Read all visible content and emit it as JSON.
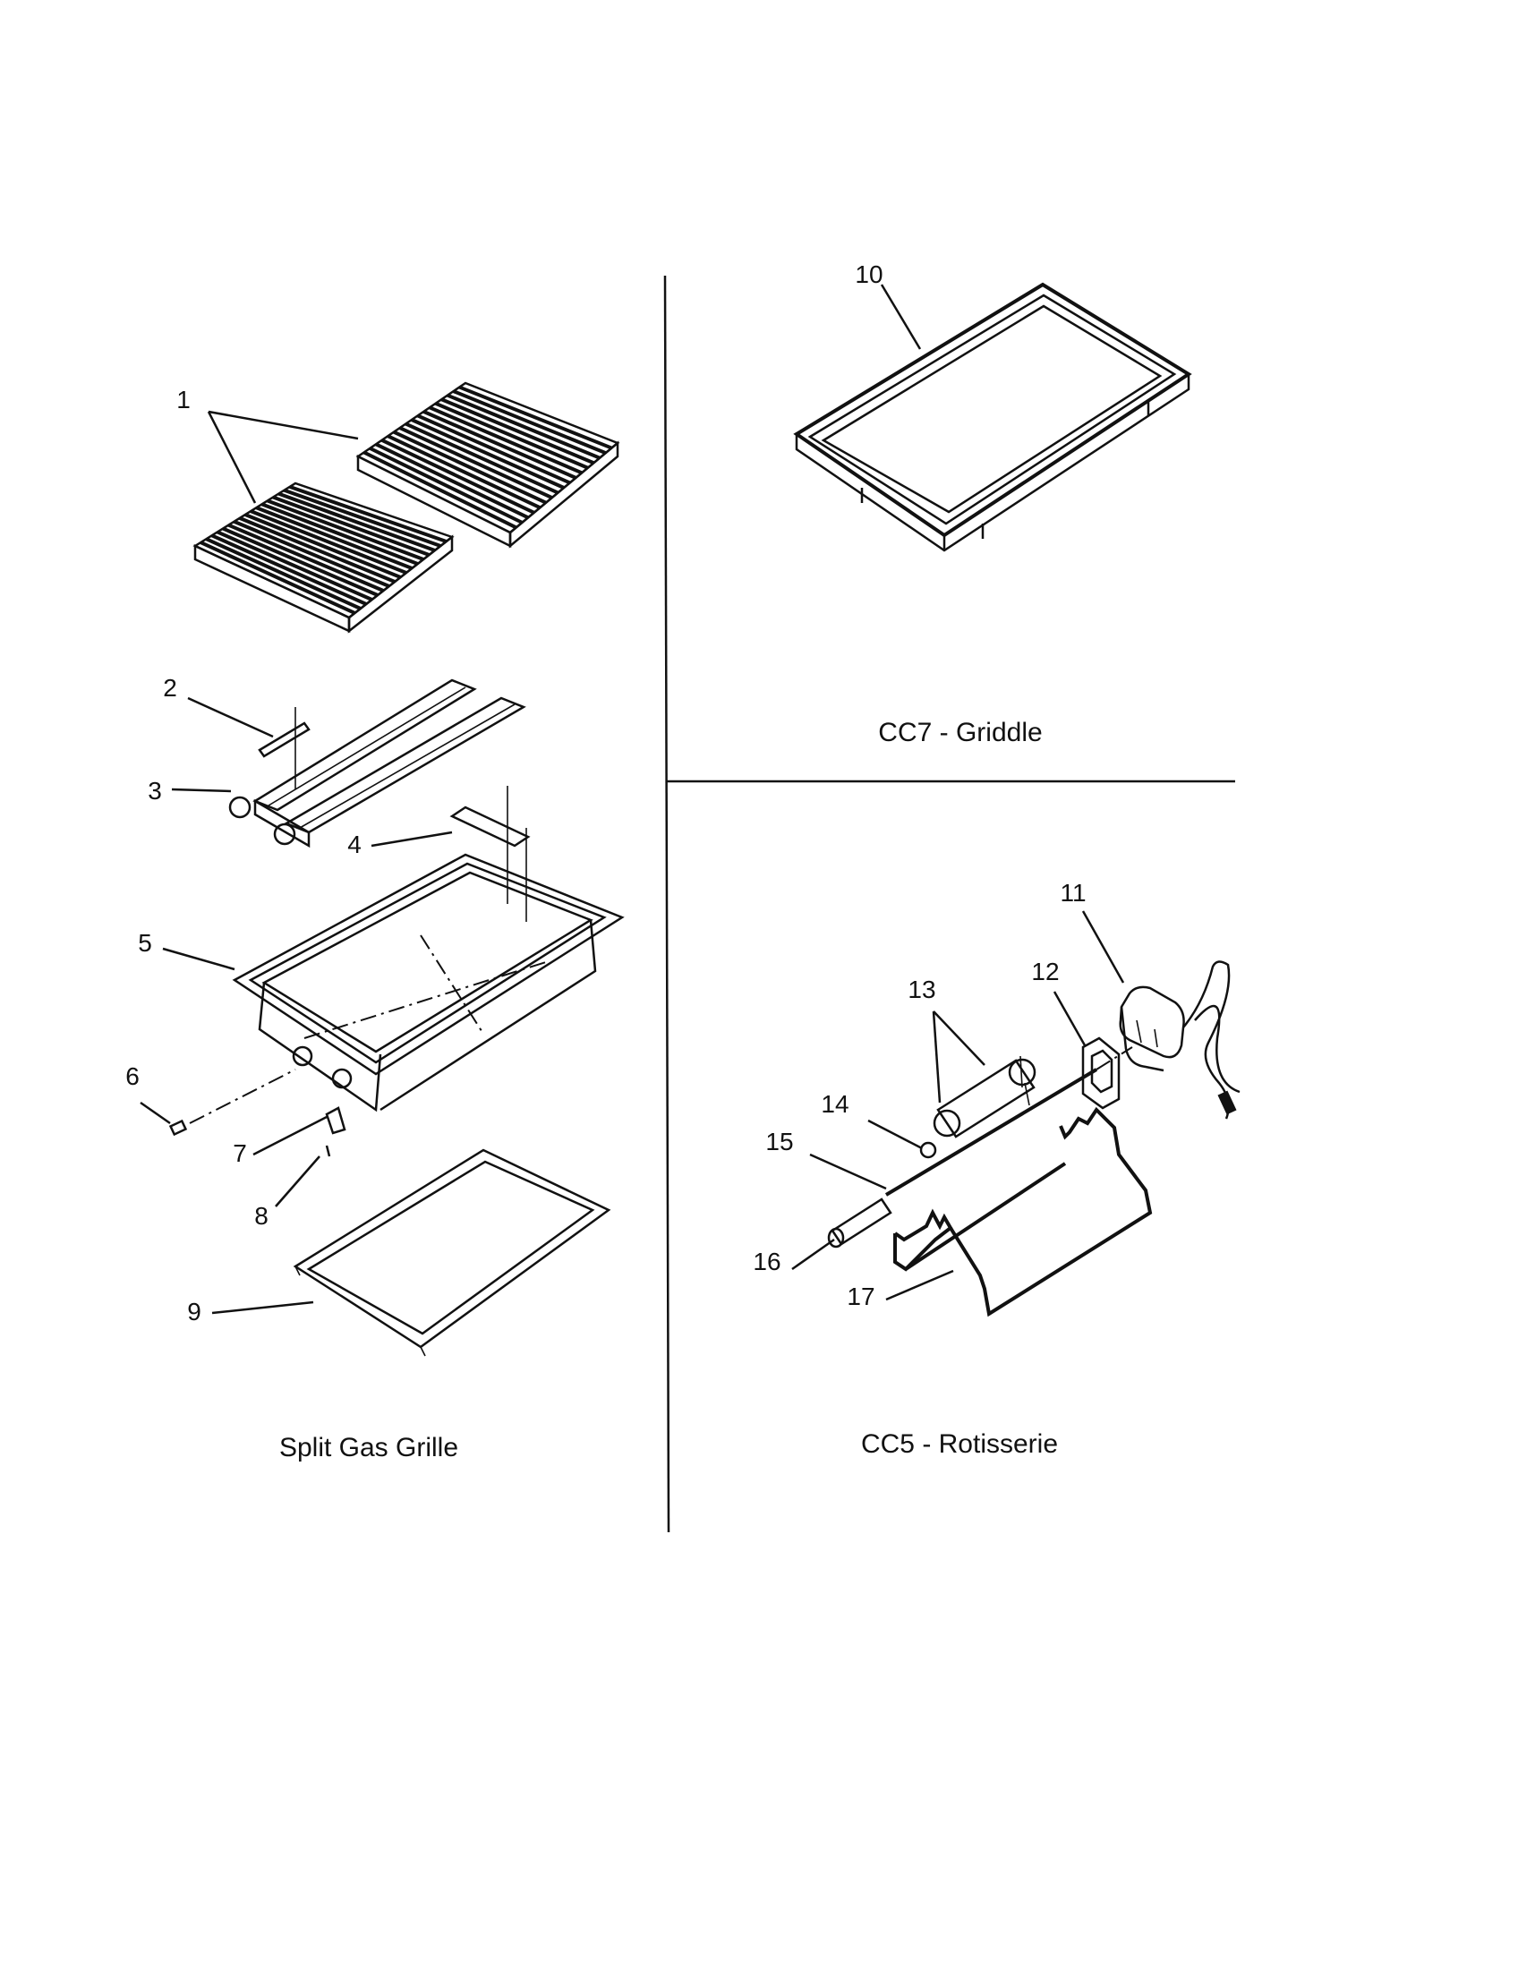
{
  "sections": {
    "split_gas_grille": {
      "title": "Split Gas Grille",
      "callouts": [
        "1",
        "2",
        "3",
        "4",
        "5",
        "6",
        "7",
        "8",
        "9"
      ]
    },
    "cc7_griddle": {
      "title": "CC7 - Griddle",
      "callouts": [
        "10"
      ]
    },
    "cc5_rotisserie": {
      "title": "CC5 - Rotisserie",
      "callouts": [
        "11",
        "12",
        "13",
        "14",
        "15",
        "16",
        "17"
      ]
    }
  }
}
